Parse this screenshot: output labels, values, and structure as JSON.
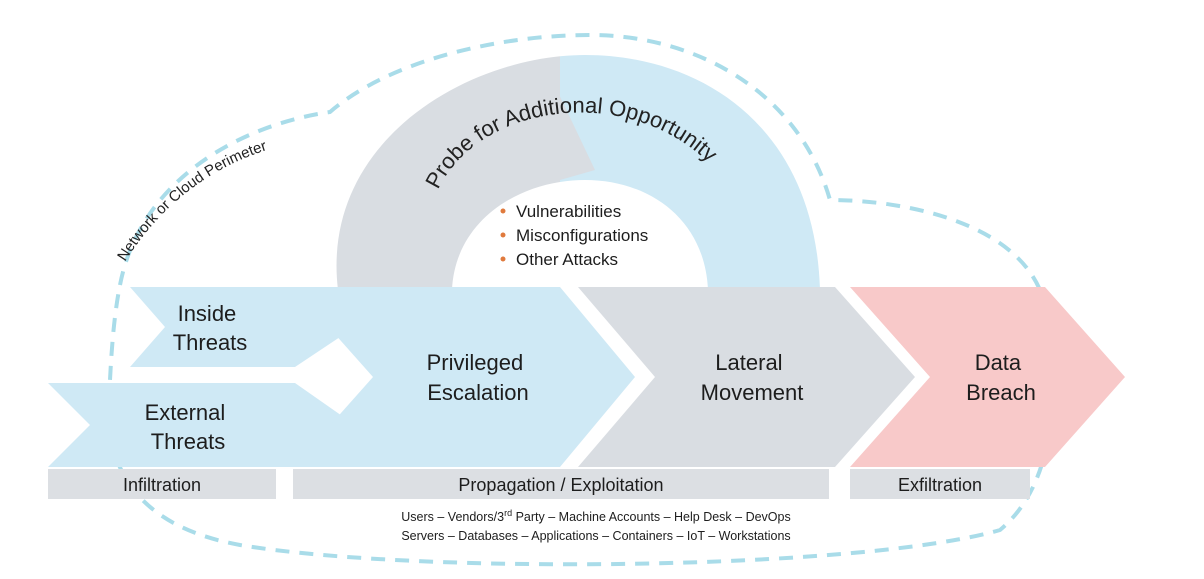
{
  "perimeter_label": "Network or Cloud Perimeter",
  "arc": {
    "title": "Probe for Additional Opportunity",
    "bullets": [
      "Vulnerabilities",
      "Misconfigurations",
      "Other Attacks"
    ]
  },
  "stages": {
    "inside_threats": [
      "Inside",
      "Threats"
    ],
    "external_threats": [
      "External",
      "Threats"
    ],
    "privileged_escalation": [
      "Privileged",
      "Escalation"
    ],
    "lateral_movement": [
      "Lateral",
      "Movement"
    ],
    "data_breach": [
      "Data",
      "Breach"
    ]
  },
  "phases": {
    "infiltration": "Infiltration",
    "propagation": "Propagation / Exploitation",
    "exfiltration": "Exfiltration"
  },
  "footer": {
    "line1_part1": "Users – Vendors/3",
    "line1_sup": "rd",
    "line1_part2": " Party – Machine Accounts – Help Desk – DevOps",
    "line2": "Servers – Databases – Applications – Containers – IoT – Workstations"
  },
  "colors": {
    "light_blue": "#cfe9f5",
    "gray": "#d9dde2",
    "pink": "#f8c9c9",
    "perimeter": "#a9dce9",
    "bullet": "#e07a3d",
    "phase_bar": "#dcdfe3"
  }
}
